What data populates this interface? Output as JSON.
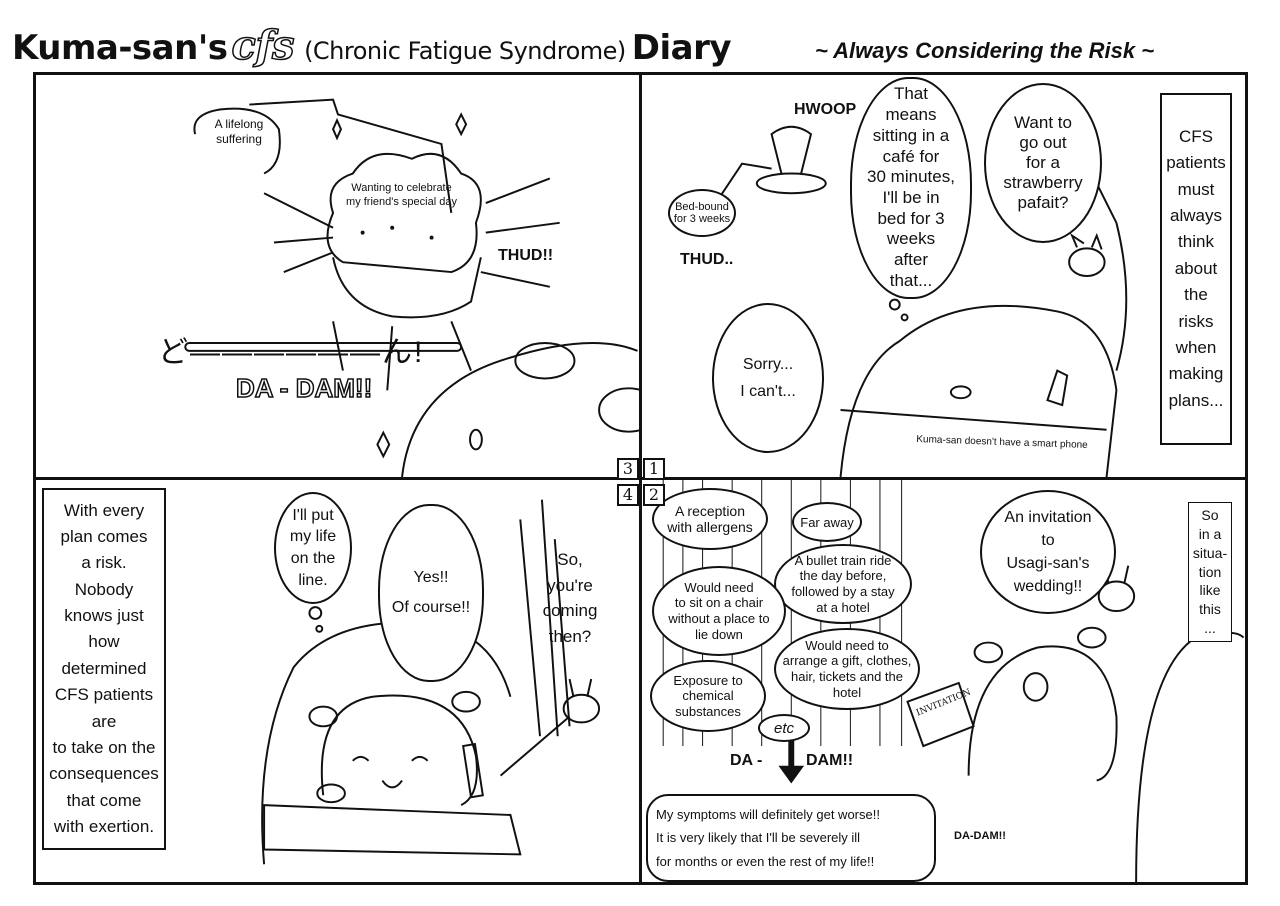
{
  "header": {
    "title_prefix": "Kuma-san's",
    "title_cfs": "cfs",
    "title_paren": "(Chronic Fatigue Syndrome)",
    "title_suffix": "Diary",
    "tagline": "~ Always Considering the Risk ~"
  },
  "panel_numbers": [
    "3",
    "1",
    "4",
    "2"
  ],
  "panel1": {
    "suffering_label": "A lifelong\nsuffering",
    "celebrate_label": "Wanting to celebrate\nmy friend's special day",
    "sfx_thud": "THUD!!",
    "sfx_dadam": "DA - DAM!!",
    "sfx_hand": "ど——————ん!"
  },
  "panel2": {
    "bedbound_label": "Bed-bound\nfor 3 weeks",
    "sfx_hwoop": "HWOOP",
    "sfx_thud": "THUD..",
    "thought": "That\nmeans\nsitting in a\ncafé for\n30 minutes,\nI'll be in\nbed for 3\nweeks\nafter\nthat...",
    "invite": "Want to\ngo out\nfor a\nstrawberry\npafait?",
    "reply": "Sorry...\nI can't...",
    "narration": "CFS\npatients\nmust\nalways\nthink\nabout\nthe\nrisks\nwhen\nmaking\nplans...",
    "caption": "Kuma-san doesn't have a smart phone"
  },
  "panel3": {
    "narration": "With every\nplan comes\na risk.\nNobody\nknows just\nhow\ndetermined\nCFS patients\nare\nto take on the\nconsequences\nthat come\nwith exertion.",
    "thought": "I'll put\nmy life\non the\nline.",
    "yes": "Yes!!\nOf course!!",
    "coming": "So,\nyou're\ncoming\nthen?"
  },
  "panel4": {
    "risks": [
      "A reception\nwith allergens",
      "Far away",
      "A bullet train ride\nthe day before,\nfollowed by a stay\nat a hotel",
      "Would need\nto sit on a chair\nwithout a place to\nlie down",
      "Would need to\narrange a gift, clothes,\nhair, tickets and the\nhotel",
      "Exposure to\nchemical\nsubstances",
      "etc"
    ],
    "invitation": "An invitation\nto\nUsagi-san's\nwedding!!",
    "situation": "So\nin a\nsitua-\ntion\nlike\nthis\n...",
    "card_label": "INVITATION",
    "sfx_dadam_left": "DA -",
    "sfx_dadam_right": "DAM!!",
    "symptoms": "My symptoms will definitely get worse!!\nIt is very likely that I'll be severely ill\nfor months or even the rest of my life!!",
    "sfx_dadam_small": "DA-DAM!!"
  }
}
